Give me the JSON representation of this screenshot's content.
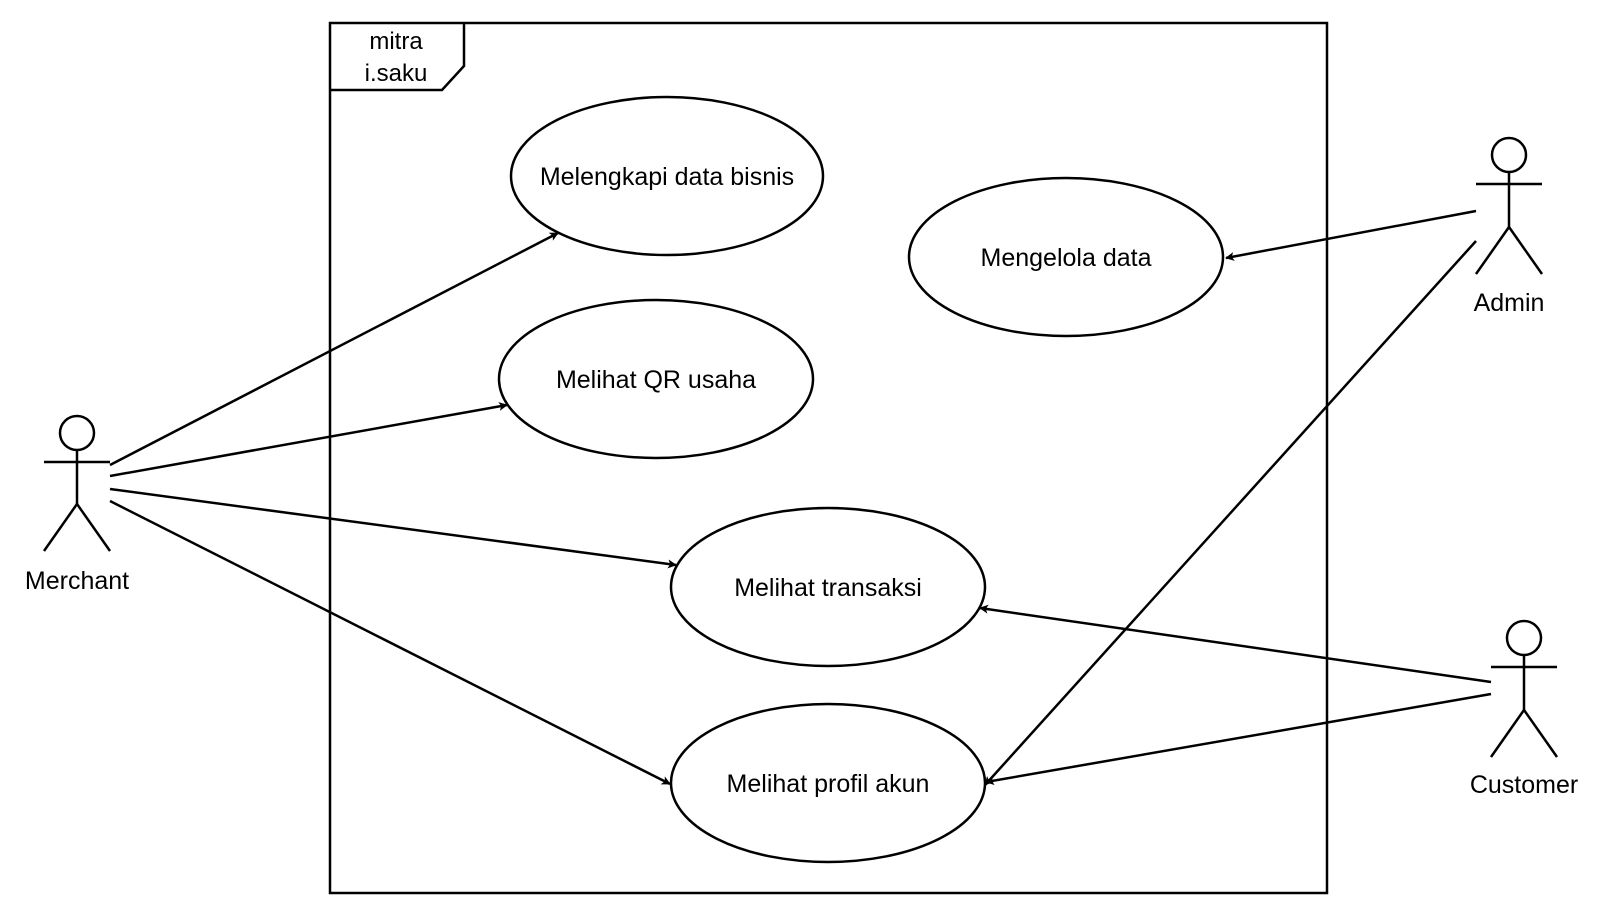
{
  "diagram": {
    "system": {
      "name_line1": "mitra",
      "name_line2": "i.saku"
    },
    "use_cases": {
      "melengkapi": "Melengkapi data bisnis",
      "melihat_qr": "Melihat QR usaha",
      "mengelola": "Mengelola data",
      "melihat_transaksi": "Melihat transaksi",
      "melihat_profil": "Melihat profil akun"
    },
    "actors": {
      "merchant": "Merchant",
      "admin": "Admin",
      "customer": "Customer"
    },
    "associations": [
      {
        "from": "Merchant",
        "to": "Melengkapi data bisnis"
      },
      {
        "from": "Merchant",
        "to": "Melihat QR usaha"
      },
      {
        "from": "Merchant",
        "to": "Melihat transaksi"
      },
      {
        "from": "Merchant",
        "to": "Melihat profil akun"
      },
      {
        "from": "Admin",
        "to": "Mengelola data"
      },
      {
        "from": "Admin",
        "to": "Melihat profil akun"
      },
      {
        "from": "Customer",
        "to": "Melihat transaksi"
      },
      {
        "from": "Customer",
        "to": "Melihat profil akun"
      }
    ]
  }
}
